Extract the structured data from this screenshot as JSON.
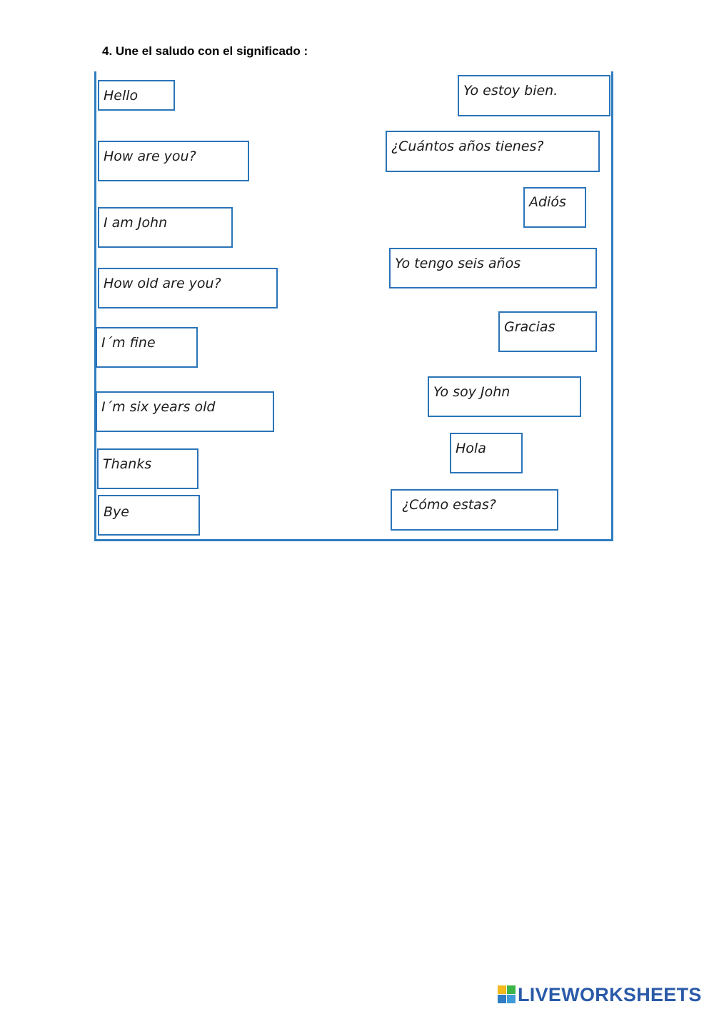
{
  "instruction": "4.  Une el saludo con el significado :",
  "english_cards": [
    "Hello",
    "How are you?",
    "I am John",
    "How old are you?",
    "I´m fine",
    "I´m six years old",
    "Thanks",
    "Bye"
  ],
  "spanish_cards": [
    "Yo estoy bien.",
    "¿Cuántos años tienes?",
    "Adiós",
    "Yo tengo seis años",
    "Gracias",
    "Yo soy John",
    "Hola",
    "¿Cómo estas?"
  ],
  "branding": {
    "logo_text": "LIVEWORKSHEETS",
    "logo_icon": "liveworksheets-logo-icon"
  },
  "colors": {
    "card_border": "#2a74b8",
    "brand": "#2a5aa8"
  }
}
